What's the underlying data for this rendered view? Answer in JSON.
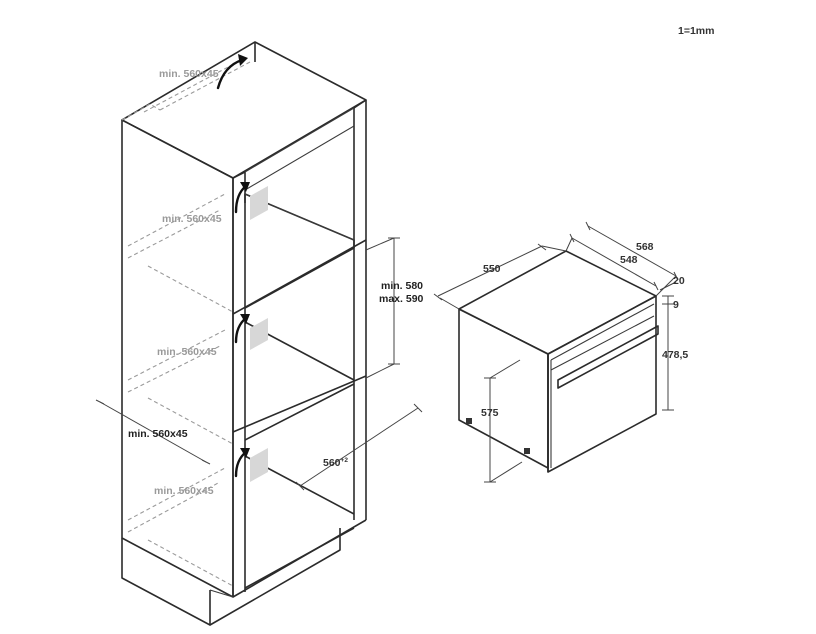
{
  "scale_note": "1=1mm",
  "cabinet": {
    "vent_label_top": "min. 560x45",
    "vent_label_upper": "min. 560x45",
    "vent_label_middle": "min. 560x45",
    "vent_label_lower": "min. 560x45",
    "width_label": "min. 560x45",
    "niche_height_min": "min. 580",
    "niche_height_max": "max. 590",
    "niche_width": "560",
    "niche_width_sup": "+2"
  },
  "oven": {
    "width": "550",
    "depth_total": "568",
    "depth_body": "548",
    "front_thickness": "20",
    "door_offset": "9",
    "front_height": "478,5",
    "body_height": "575"
  }
}
